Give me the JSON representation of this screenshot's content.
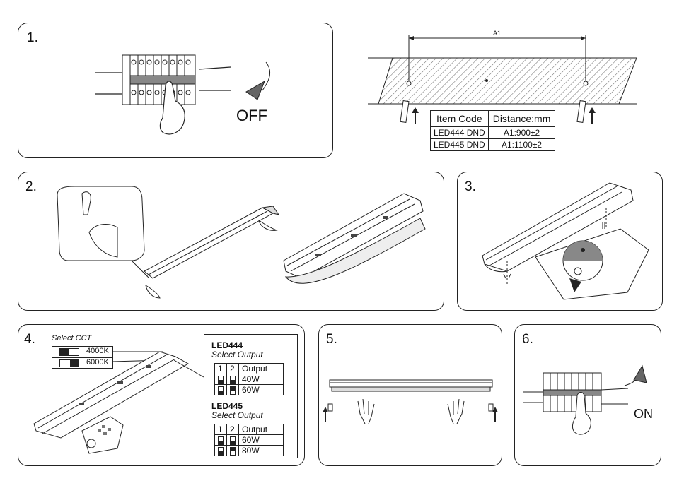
{
  "steps": {
    "s1": "1.",
    "s2": "2.",
    "s3": "3.",
    "s4": "4.",
    "s5": "5.",
    "s6": "6."
  },
  "step1": {
    "off_label": "OFF"
  },
  "mount": {
    "dimension_label": "A1",
    "table": {
      "headers": [
        "Item Code",
        "Distance:mm"
      ],
      "rows": [
        [
          "LED444 DND",
          "A1:900±2"
        ],
        [
          "LED445 DND",
          "A1:1100±2"
        ]
      ]
    }
  },
  "step4": {
    "select_cct": "Select CCT",
    "cct_options": [
      "4000K",
      "6000K"
    ],
    "led444": {
      "model": "LED444",
      "subtitle": "Select Output",
      "col1": "1",
      "col2": "2",
      "col3": "Output",
      "rows": [
        "40W",
        "60W"
      ]
    },
    "led445": {
      "model": "LED445",
      "subtitle": "Select Output",
      "col1": "1",
      "col2": "2",
      "col3": "Output",
      "rows": [
        "60W",
        "80W"
      ]
    }
  },
  "step6": {
    "on_label": "ON"
  }
}
